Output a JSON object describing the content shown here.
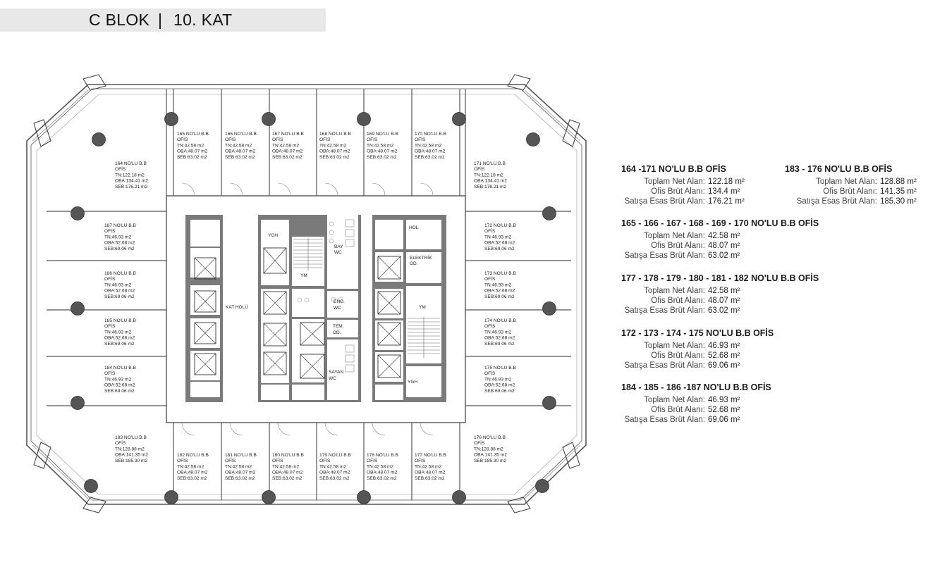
{
  "title": {
    "block": "C BLOK",
    "sep": "|",
    "floor": "10. KAT"
  },
  "plan": {
    "offices": [
      {
        "no": "164 NO'LU B.B",
        "type": "OFİS",
        "tn": "TN:122.18 m2",
        "oba": "OBA:134.41 m2",
        "seb": "SEB:176.21 m2"
      },
      {
        "no": "165 NO'LU B.B",
        "type": "OFİS",
        "tn": "TN:42.58 m2",
        "oba": "OBA:48.07 m2",
        "seb": "SEB:63.02 m2"
      },
      {
        "no": "166 NO'LU B.B",
        "type": "OFİS",
        "tn": "TN:42.58 m2",
        "oba": "OBA:48.07 m2",
        "seb": "SEB:63.02 m2"
      },
      {
        "no": "167 NO'LU B.B",
        "type": "OFİS",
        "tn": "TN:42.58 m2",
        "oba": "OBA:48.07 m2",
        "seb": "SEB:63.02 m2"
      },
      {
        "no": "168 NO'LU B.B",
        "type": "OFİS",
        "tn": "TN:42.58 m2",
        "oba": "OBA:48.07 m2",
        "seb": "SEB:63.02 m2"
      },
      {
        "no": "169 NO'LU B.B",
        "type": "OFİS",
        "tn": "TN:42.58 m2",
        "oba": "OBA:48.07 m2",
        "seb": "SEB:63.02 m2"
      },
      {
        "no": "170 NO'LU B.B",
        "type": "OFİS",
        "tn": "TN:42.58 m2",
        "oba": "OBA:48.07 m2",
        "seb": "SEB:63.02 m2"
      },
      {
        "no": "171 NO'LU B.B",
        "type": "OFİS",
        "tn": "TN:122.18 m2",
        "oba": "OBA:134.41 m2",
        "seb": "SEB:176.21 m2"
      },
      {
        "no": "187 NO'LU B.B",
        "type": "OFİS",
        "tn": "TN:46.93 m2",
        "oba": "OBA:52.68 m2",
        "seb": "SEB:69.06 m2"
      },
      {
        "no": "186 NO'LU B.B",
        "type": "OFİS",
        "tn": "TN:46.93 m2",
        "oba": "OBA:52.68 m2",
        "seb": "SEB:69.06 m2"
      },
      {
        "no": "185 NO'LU B.B",
        "type": "OFİS",
        "tn": "TN:46.93 m2",
        "oba": "OBA:52.68 m2",
        "seb": "SEB:69.06 m2"
      },
      {
        "no": "184 NO'LU B.B",
        "type": "OFİS",
        "tn": "TN:46.93 m2",
        "oba": "OBA:52.68 m2",
        "seb": "SEB:69.06 m2"
      },
      {
        "no": "172 NO'LU B.B",
        "type": "OFİS",
        "tn": "TN:46.93 m2",
        "oba": "OBA:52.68 m2",
        "seb": "SEB:69.06 m2"
      },
      {
        "no": "173 NO'LU B.B",
        "type": "OFİS",
        "tn": "TN:46.93 m2",
        "oba": "OBA:52.68 m2",
        "seb": "SEB:69.06 m2"
      },
      {
        "no": "174 NO'LU B.B",
        "type": "OFİS",
        "tn": "TN:46.93 m2",
        "oba": "OBA:52.68 m2",
        "seb": "SEB:69.06 m2"
      },
      {
        "no": "175 NO'LU B.B",
        "type": "OFİS",
        "tn": "TN:46.93 m2",
        "oba": "OBA:52.68 m2",
        "seb": "SEB:69.06 m2"
      },
      {
        "no": "183 NO'LU B.B",
        "type": "OFİS",
        "tn": "TN:128.88 m2",
        "oba": "OBA:141.35 m2",
        "seb": "SEB:185.30 m2"
      },
      {
        "no": "182 NO'LU B.B",
        "type": "OFİS",
        "tn": "TN:42.58 m2",
        "oba": "OBA:48.07 m2",
        "seb": "SEB:63.02 m2"
      },
      {
        "no": "181 NO'LU B.B",
        "type": "OFİS",
        "tn": "TN:42.58 m2",
        "oba": "OBA:48.07 m2",
        "seb": "SEB:63.02 m2"
      },
      {
        "no": "180 NO'LU B.B",
        "type": "OFİS",
        "tn": "TN:42.58 m2",
        "oba": "OBA:48.07 m2",
        "seb": "SEB:63.02 m2"
      },
      {
        "no": "179 NO'LU B.B",
        "type": "OFİS",
        "tn": "TN:42.58 m2",
        "oba": "OBA:48.07 m2",
        "seb": "SEB:63.02 m2"
      },
      {
        "no": "178 NO'LU B.B",
        "type": "OFİS",
        "tn": "TN:42.58 m2",
        "oba": "OBA:48.07 m2",
        "seb": "SEB:63.02 m2"
      },
      {
        "no": "177 NO'LU B.B",
        "type": "OFİS",
        "tn": "TN:42.58 m2",
        "oba": "OBA:48.07 m2",
        "seb": "SEB:63.02 m2"
      },
      {
        "no": "176 NO'LU B.B",
        "type": "OFİS",
        "tn": "TN:128.88 m2",
        "oba": "OBA:141.35 m2",
        "seb": "SEB:185.30 m2"
      }
    ],
    "core_labels": {
      "kat_holu": "KAT HOLÜ",
      "ygh_top": "YGH",
      "ym_left": "YM",
      "bay_wc": [
        "BAY",
        "WC"
      ],
      "eng_wc": [
        "ENG.",
        "WC"
      ],
      "tem_od": [
        "TEM.",
        "OD."
      ],
      "sayan_wc": [
        "SAYAN",
        "WC"
      ],
      "hol": "HOL",
      "elektrik": [
        "ELEKTRİK",
        "OD."
      ],
      "ym_right": "YM",
      "ygh_bottom": "YGH"
    }
  },
  "legend": {
    "groups": [
      {
        "title": "164 -171 NO'LU B.B OFİS",
        "rows": [
          {
            "label": "Toplam Net Alan:",
            "value": "122.18 m²"
          },
          {
            "label": "Ofis Brüt Alanı:",
            "value": "134.4 m²"
          },
          {
            "label": "Satışa Esas Brüt Alan:",
            "value": "176.21 m²"
          }
        ]
      },
      {
        "title": "183 - 176 NO'LU B.B OFİS",
        "rows": [
          {
            "label": "Toplam Net Alan:",
            "value": "128.88 m²"
          },
          {
            "label": "Ofis Brüt Alanı:",
            "value": "141.35 m²"
          },
          {
            "label": "Satışa Esas Brüt Alan:",
            "value": "185.30 m²"
          }
        ]
      },
      {
        "title": "165 - 166 - 167 - 168 - 169 - 170 NO'LU B.B OFİS",
        "rows": [
          {
            "label": "Toplam Net Alan:",
            "value": "42.58 m²"
          },
          {
            "label": "Ofis Brüt Alanı:",
            "value": "48.07 m²"
          },
          {
            "label": "Satışa Esas Brüt Alan:",
            "value": "63.02 m²"
          }
        ]
      },
      {
        "title": "177 - 178 - 179 - 180 - 181 - 182 NO'LU B.B OFİS",
        "rows": [
          {
            "label": "Toplam Net Alan:",
            "value": "42.58 m²"
          },
          {
            "label": "Ofis Brüt Alanı:",
            "value": "48.07 m²"
          },
          {
            "label": "Satışa Esas Brüt Alan:",
            "value": "63.02 m²"
          }
        ]
      },
      {
        "title": "172 - 173 - 174 - 175 NO'LU B.B OFİS",
        "rows": [
          {
            "label": "Toplam Net Alan:",
            "value": "46.93 m²"
          },
          {
            "label": "Ofis Brüt Alanı:",
            "value": "52.68 m²"
          },
          {
            "label": "Satışa Esas Brüt Alan:",
            "value": "69.06 m²"
          }
        ]
      },
      {
        "title": "184 - 185 - 186 -187  NO'LU B.B OFİS",
        "rows": [
          {
            "label": "Toplam Net Alan:",
            "value": "46.93 m²"
          },
          {
            "label": "Ofis Brüt Alanı:",
            "value": "52.68 m²"
          },
          {
            "label": "Satışa Esas Brüt Alan:",
            "value": "69.06 m²"
          }
        ]
      }
    ]
  }
}
